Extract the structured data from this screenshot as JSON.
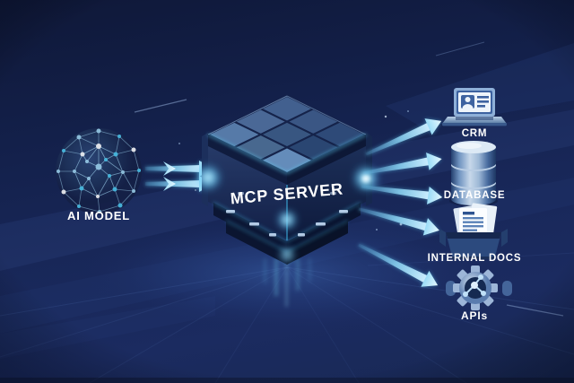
{
  "diagram": {
    "source": {
      "label": "AI MODEL",
      "icon": "neural-network-sphere-icon"
    },
    "hub": {
      "label": "MCP SERVER",
      "icon": "server-cube-icon"
    },
    "targets": [
      {
        "id": "crm",
        "label": "CRM",
        "icon": "laptop-contact-icon"
      },
      {
        "id": "database",
        "label": "DATABASE",
        "icon": "database-cylinder-icon"
      },
      {
        "id": "internal-docs",
        "label": "INTERNAL DOCS",
        "icon": "document-tray-icon"
      },
      {
        "id": "apis",
        "label": "APIs",
        "icon": "gear-network-icon"
      }
    ],
    "colors": {
      "background_top": "#0f1838",
      "background_bottom": "#1b2b60",
      "accent_cyan": "#59c8f0",
      "arrow_bright": "#cdeeff",
      "cube_face": "#1b2a55",
      "cube_top": "#3c5a8e",
      "icon_steel": "#9db8d6",
      "label_text": "#ffffff"
    }
  }
}
